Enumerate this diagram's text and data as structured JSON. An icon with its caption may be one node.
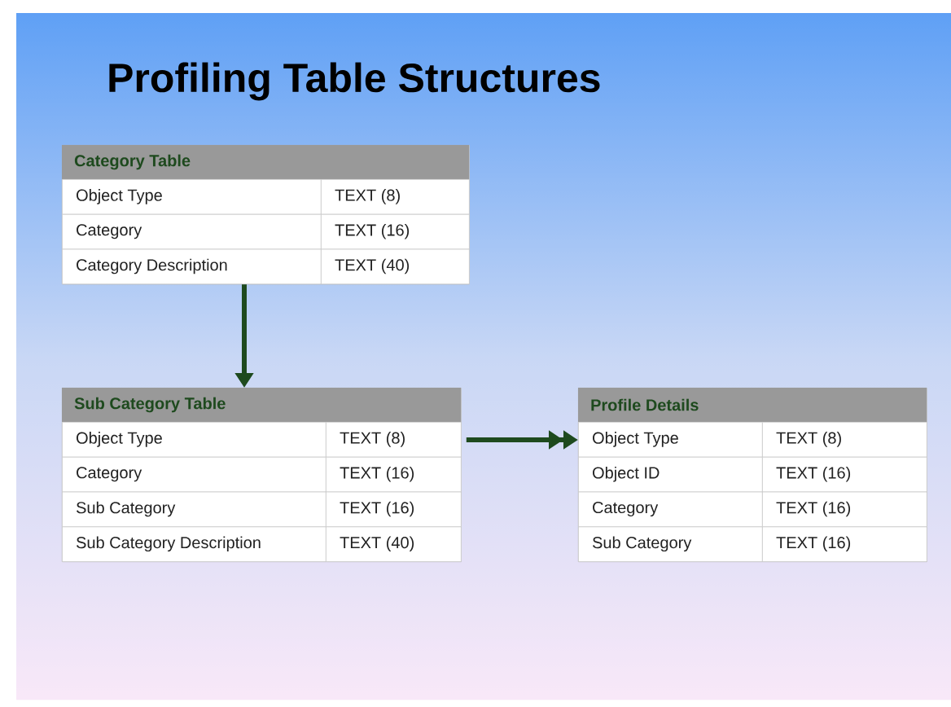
{
  "diagram": {
    "title": "Profiling Table Structures",
    "nodes": [
      {
        "text": [
          "Category Table"
        ]
      },
      {
        "text": [
          "Object Type"
        ],
        "in": 0
      },
      {
        "text": [
          "TEXT (8)"
        ],
        "in": 0
      },
      {
        "text": [
          "Category"
        ],
        "in": 0
      },
      {
        "text": [
          "TEXT (16)"
        ],
        "in": 0
      },
      {
        "text": [
          "Category Description"
        ],
        "in": 0
      },
      {
        "text": [
          "TEXT (40)"
        ],
        "in": 0
      },
      {
        "text": [
          "Sub Category Table"
        ]
      },
      {
        "text": [
          "Object Type"
        ],
        "in": 7
      },
      {
        "text": [
          "TEXT (8)"
        ],
        "in": 7
      },
      {
        "text": [
          "Category"
        ],
        "in": 7
      },
      {
        "text": [
          "TEXT (16)"
        ],
        "in": 7
      },
      {
        "text": [
          "Sub Category"
        ],
        "in": 7
      },
      {
        "text": [
          "TEXT (16)"
        ],
        "in": 7
      },
      {
        "text": [
          "Sub Category Description"
        ],
        "in": 7
      },
      {
        "text": [
          "TEXT (40)"
        ],
        "in": 7
      },
      {
        "text": [
          "Profile Details"
        ]
      },
      {
        "text": [
          "Object Type"
        ],
        "in": 16
      },
      {
        "text": [
          "TEXT (8)"
        ],
        "in": 16
      },
      {
        "text": [
          "Object ID"
        ],
        "in": 16
      },
      {
        "text": [
          "TEXT (16)"
        ],
        "in": 16
      },
      {
        "text": [
          "Category"
        ],
        "in": 16
      },
      {
        "text": [
          "TEXT (16)"
        ],
        "in": 16
      },
      {
        "text": [
          "Sub Category"
        ],
        "in": 16
      },
      {
        "text": [
          "TEXT (16)"
        ],
        "in": 16
      }
    ],
    "edges": [
      {
        "from": 0,
        "to": 7,
        "arrow": "to"
      },
      {
        "from": 7,
        "to": 16,
        "arrow": "to"
      }
    ]
  }
}
